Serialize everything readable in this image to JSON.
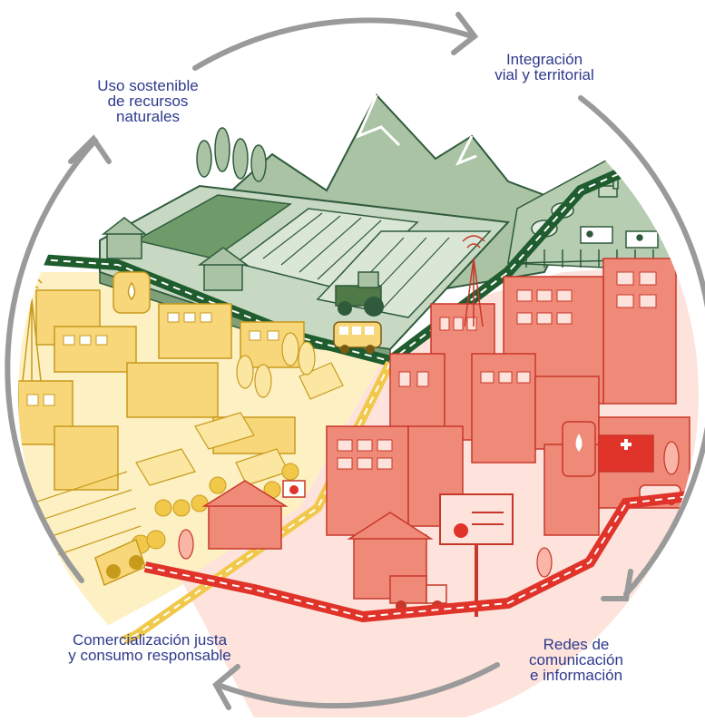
{
  "cycle": {
    "stages": [
      {
        "line1": "Uso sostenible",
        "line2": "de recursos",
        "line3": "naturales"
      },
      {
        "line1": "Integración",
        "line2": "vial y territorial"
      },
      {
        "line1": "Redes de",
        "line2": "comunicación",
        "line3": "e información"
      },
      {
        "line1": "Comercialización justa",
        "line2": "y consumo responsable"
      }
    ]
  },
  "colors": {
    "arrow": "#9a9a9a",
    "label_text": "#2e3a8c",
    "rural_green": "#a9c3a4",
    "rural_dark": "#2f5b3c",
    "road_green": "#1f5c2e",
    "village_yellow": "#f7d779",
    "village_line": "#c89a1c",
    "city_red": "#f08a78",
    "city_line": "#c7372a",
    "road_red": "#e0332a"
  },
  "icons": [
    "tractor-icon",
    "bus-icon",
    "truck-icon",
    "antenna-icon",
    "water-tank-icon",
    "llama-icon",
    "cow-icon",
    "sheep-icon",
    "hospital-icon",
    "apple-sign-icon",
    "billboard-icon",
    "car-icon"
  ]
}
